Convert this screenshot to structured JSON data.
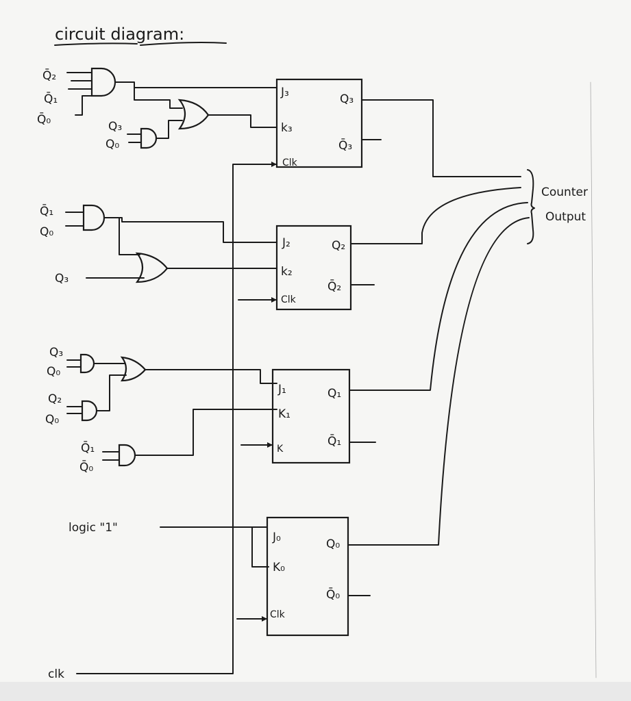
{
  "title": "circuit diagram:",
  "inputs": {
    "g1": [
      "Q̄₂",
      "Q̄₁",
      "Q̄₀"
    ],
    "g2": [
      "Q₃",
      "Q₀"
    ],
    "g3": [
      "Q̄₁",
      "Q₀"
    ],
    "q3_single": "Q₃",
    "g5": [
      "Q₃",
      "Q₀"
    ],
    "g6": [
      "Q₂",
      "Q₀"
    ],
    "g7": [
      "Q̄₁",
      "Q̄₀"
    ]
  },
  "logic_one": "logic \"1\"",
  "clk": "clk",
  "flipflops": [
    {
      "j": "J₃",
      "k": "k₃",
      "clk": "Clk",
      "q": "Q₃",
      "qbar": "Q̄₃"
    },
    {
      "j": "J₂",
      "k": "k₂",
      "clk": "Clk",
      "q": "Q₂",
      "qbar": "Q̄₂"
    },
    {
      "j": "J₁",
      "k": "K₁",
      "clk": "K",
      "q": "Q₁",
      "qbar": "Q̄₁"
    },
    {
      "j": "J₀",
      "k": "K₀",
      "clk": "Clk",
      "q": "Q₀",
      "qbar": "Q̄₀"
    }
  ],
  "output": {
    "line1": "Counter",
    "line2": "Output"
  }
}
